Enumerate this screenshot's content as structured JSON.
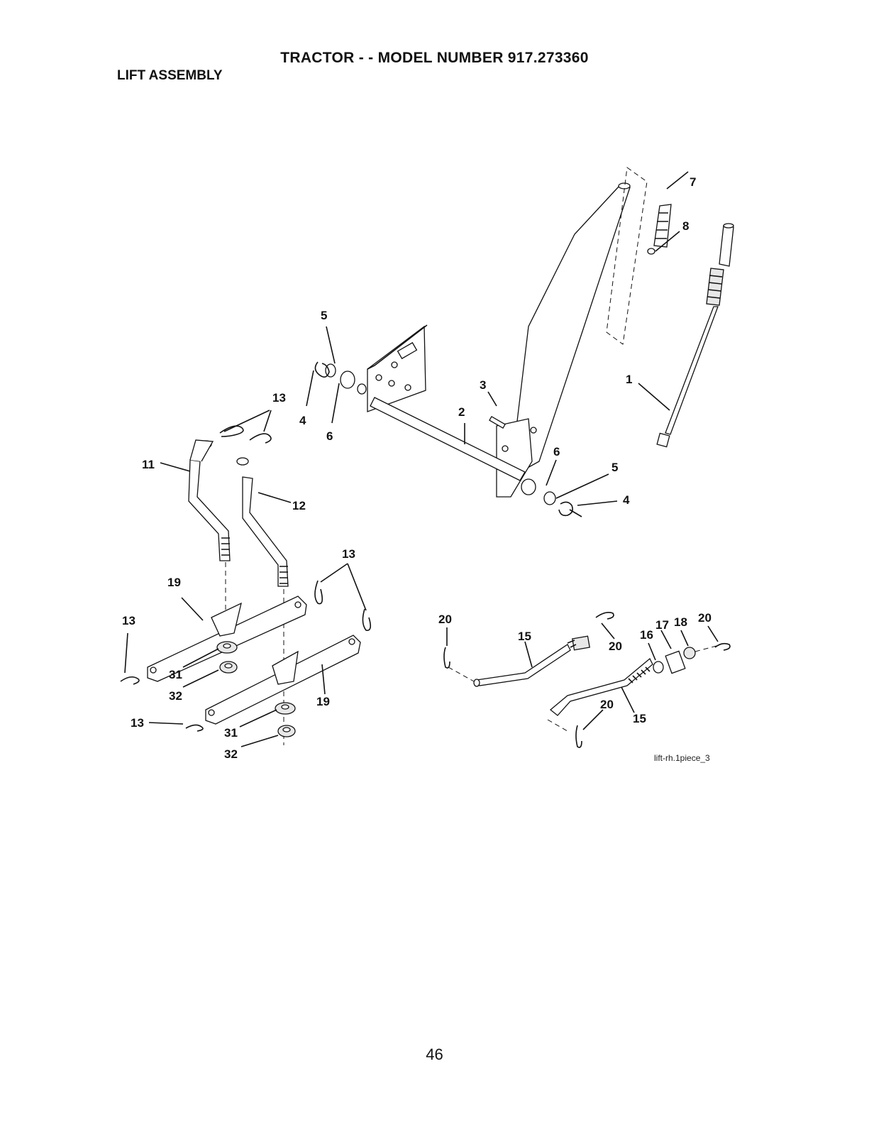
{
  "header": {
    "title": "TRACTOR - - MODEL NUMBER  917.273360",
    "section": "LIFT ASSEMBLY"
  },
  "callouts": {
    "c1": "1",
    "c2": "2",
    "c3": "3",
    "c4a": "4",
    "c4b": "4",
    "c5a": "5",
    "c5b": "5",
    "c6a": "6",
    "c6b": "6",
    "c7": "7",
    "c8": "8",
    "c11": "11",
    "c12": "12",
    "c13a": "13",
    "c13b": "13",
    "c13c": "13",
    "c13d": "13",
    "c15a": "15",
    "c15b": "15",
    "c16": "16",
    "c17": "17",
    "c18": "18",
    "c19a": "19",
    "c19b": "19",
    "c20a": "20",
    "c20b": "20",
    "c20c": "20",
    "c20d": "20",
    "c31a": "31",
    "c31b": "31",
    "c32a": "32",
    "c32b": "32"
  },
  "figure_code": "lift-rh.1piece_3",
  "page_number": "46"
}
